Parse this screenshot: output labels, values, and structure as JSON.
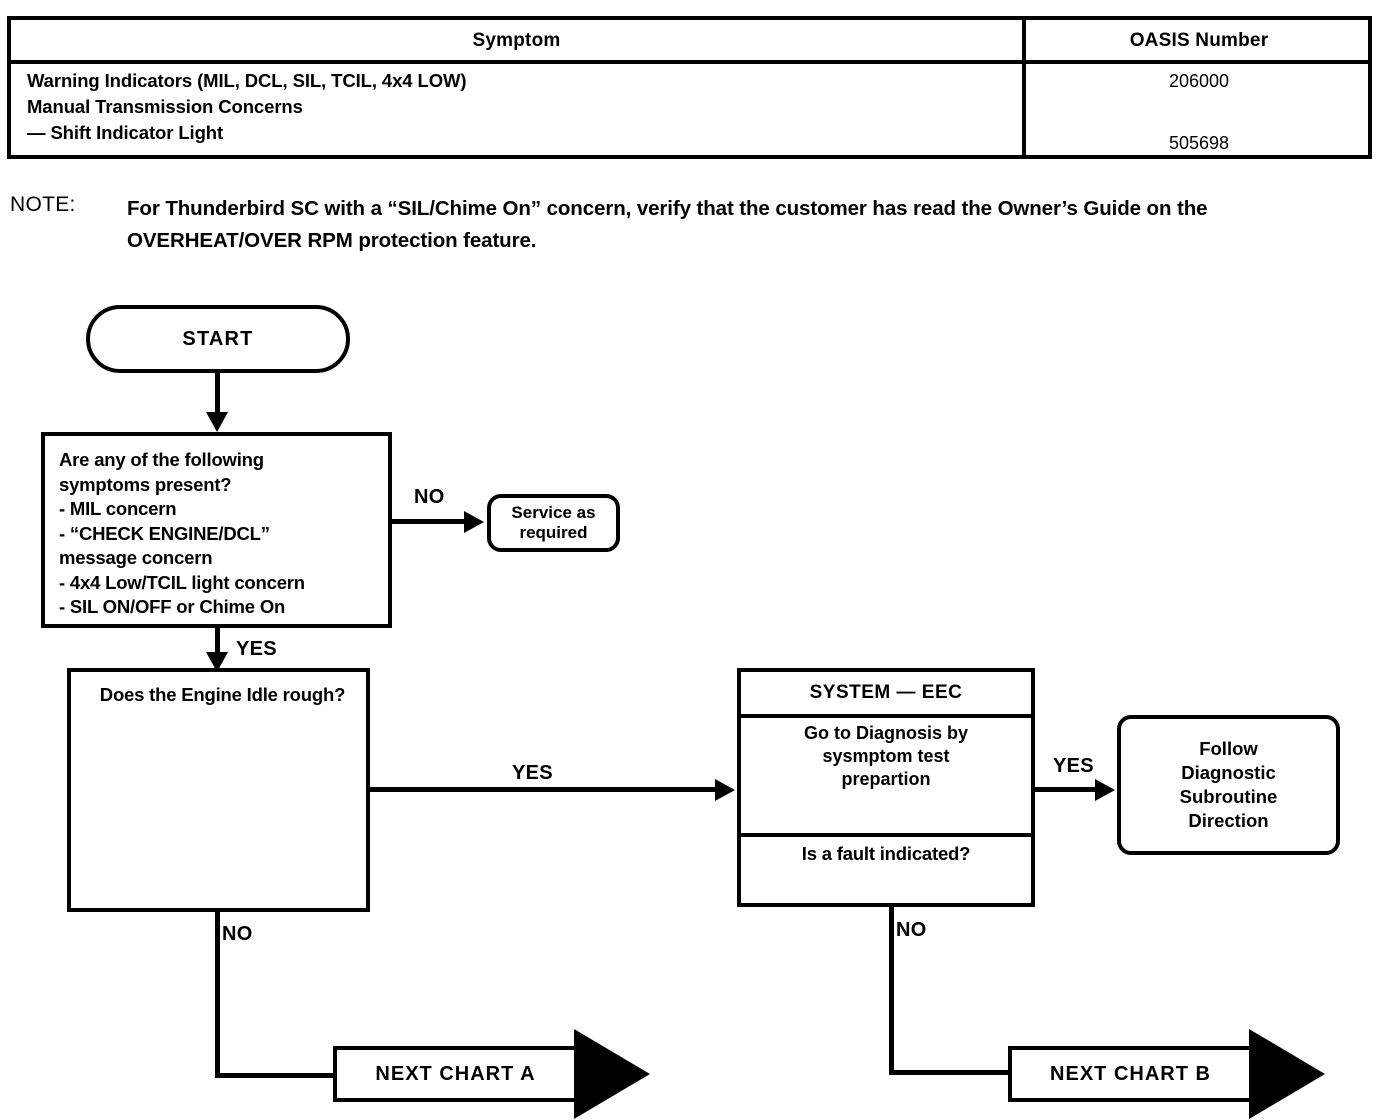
{
  "table": {
    "headers": {
      "symptom": "Symptom",
      "oasis": "OASIS Number"
    },
    "symptom_lines": {
      "line1": "Warning Indicators (MIL, DCL, SIL, TCIL, 4x4 LOW)",
      "line2": "Manual Transmission Concerns",
      "line3": "— Shift Indicator Light"
    },
    "oasis_numbers": {
      "first": "206000",
      "second": "505698"
    }
  },
  "note": {
    "label": "NOTE:",
    "text": "For Thunderbird SC with a “SIL/Chime On” concern, verify that the customer has read the Owner’s Guide on the OVERHEAT/OVER RPM protection feature."
  },
  "flowchart": {
    "start": "START",
    "symptoms_box": {
      "question_line1": "Are any of the following",
      "question_line2": "symptoms present?",
      "bullets": [
        "- MIL concern",
        "- “CHECK ENGINE/DCL”",
        "   message concern",
        "- 4x4 Low/TCIL light concern",
        "- SIL ON/OFF or Chime On"
      ]
    },
    "service_box": {
      "line1": "Service as",
      "line2": "required"
    },
    "idle_box": {
      "question": "Does the Engine Idle rough?"
    },
    "eec_box": {
      "title": "SYSTEM — EEC",
      "instruction_line1": "Go to  Diagnosis by",
      "instruction_line2": "sysmptom test",
      "instruction_line3": "prepartion",
      "question": "Is a fault indicated?"
    },
    "follow_box": {
      "line1": "Follow",
      "line2": "Diagnostic",
      "line3": "Subroutine",
      "line4": "Direction"
    },
    "edge_labels": {
      "symptoms_no": "NO",
      "symptoms_yes": "YES",
      "idle_yes": "YES",
      "idle_no": "NO",
      "eec_yes": "YES",
      "eec_no": "NO"
    },
    "banners": {
      "chart_a": "NEXT CHART A",
      "chart_b": "NEXT CHART  B"
    }
  },
  "colors": {
    "ink": "#000000",
    "paper": "#ffffff"
  }
}
